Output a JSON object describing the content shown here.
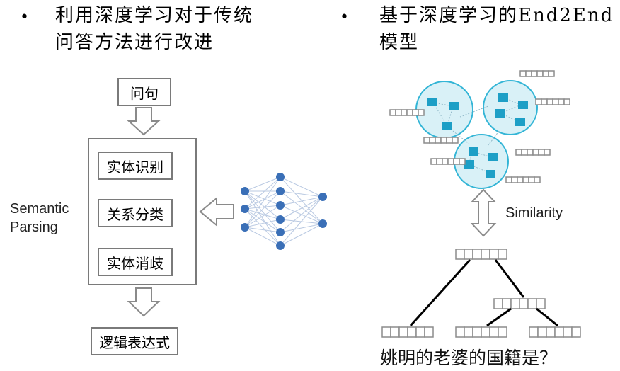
{
  "left_heading": {
    "bullet": "•",
    "line1": "利用深度学习对于传统",
    "line2": "问答方法进行改进"
  },
  "right_heading": {
    "bullet": "•",
    "line1": "基于深度学习的End2End",
    "line2": "模型"
  },
  "pipeline": {
    "input": "问句",
    "steps": [
      "实体识别",
      "关系分类",
      "实体消歧"
    ],
    "output": "逻辑表达式",
    "side_label_line1": "Semantic",
    "side_label_line2": "Parsing"
  },
  "end2end": {
    "similarity_label": "Similarity",
    "question": "姚明的老婆的国籍是？"
  },
  "colors": {
    "box_border": "#7a7a7a",
    "arrow_stroke": "#8a8a8a",
    "nn_node": "#3a6fb7",
    "nn_edge": "#b9c9e2",
    "kg_circle_fill": "#d9f1f7",
    "kg_circle_stroke": "#33b5d6",
    "kg_node": "#1d9fc6",
    "vector_cell": "#8c8c8c"
  }
}
